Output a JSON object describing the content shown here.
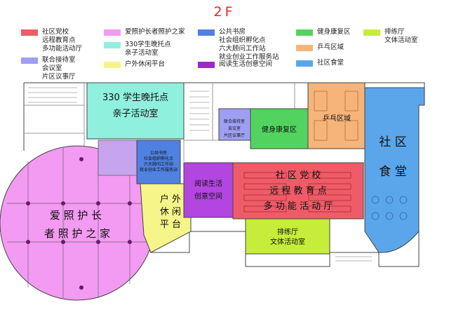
{
  "floor_label": "2F",
  "legend": [
    {
      "lines": [
        "社区党校",
        "远程教育点",
        "多功能活动厅"
      ],
      "color": "#ef5b67"
    },
    {
      "lines": [
        "爱照护长者照护之家"
      ],
      "color": "#f39af2"
    },
    {
      "lines": [
        "公共书房",
        "社会组织孵化点",
        "六大顾问工作站",
        "就业创业工作服务站"
      ],
      "color": "#4f81e0"
    },
    {
      "lines": [
        "健身康复区"
      ],
      "color": "#52d35f"
    },
    {
      "lines": [
        "排练厅",
        "文体活动室"
      ],
      "color": "#c6ed3a"
    },
    {
      "lines": [
        "330学生晚托点",
        "亲子活动室"
      ],
      "color": "#8ff0de"
    },
    {
      "lines": [
        "户外休闲平台"
      ],
      "color": "#f6f58a"
    },
    {
      "lines": [
        "阅读生活创意空间"
      ],
      "color": "#9b29c7"
    },
    {
      "lines": [
        "乒乓区域"
      ],
      "color": "#f6b47a"
    },
    {
      "lines": [
        "联合接待室",
        "会议室",
        "片区议事厅"
      ],
      "color": "#9e9ff4"
    },
    {
      "lines": [
        "社区食堂"
      ],
      "color": "#5ba6ea"
    }
  ],
  "zones": {
    "student": [
      "330 学生晚托点",
      "亲子活动室"
    ],
    "elder": [
      "爱    照    护    长",
      "者 照 护 之 家"
    ],
    "library": [
      "公共书房",
      "社会组织孵化点",
      "六大顾问工作站",
      "就业创业工作服务站"
    ],
    "outdoor": [
      "户 外",
      "休 闲",
      "平 台"
    ],
    "reading": [
      "阅读生活",
      "创意空间"
    ],
    "party": [
      "社  区  党  校",
      "远  程  教  育  点",
      "多 功 能 活 动 厅"
    ],
    "reception": [
      "联合接待室",
      "会议室",
      "片区议事厅"
    ],
    "fitness": [
      "健身康复区"
    ],
    "pingpong": [
      "乒乓区域"
    ],
    "canteen": [
      "社  区",
      "食  堂"
    ],
    "rehearsal": [
      "排练厅",
      "文体活动室"
    ]
  }
}
